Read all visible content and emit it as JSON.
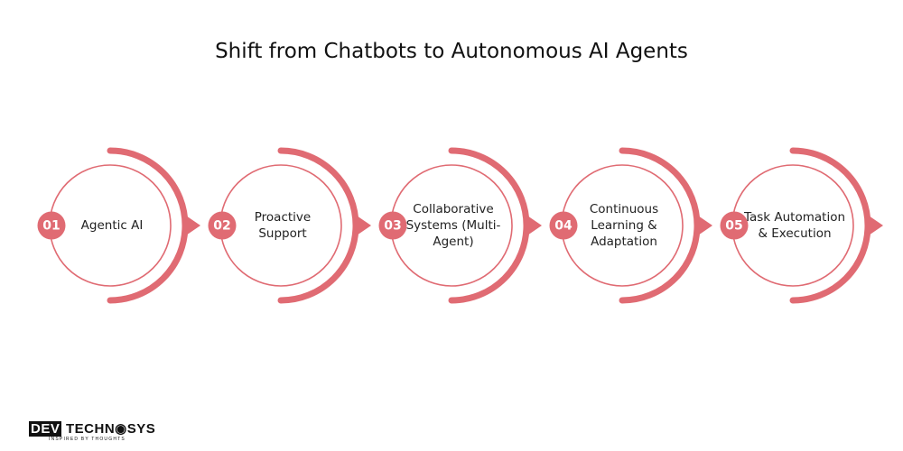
{
  "title": "Shift from Chatbots to Autonomous AI Agents",
  "accent_color": "#e06b73",
  "steps": [
    {
      "number": "01",
      "label": "Agentic AI"
    },
    {
      "number": "02",
      "label": "Proactive Support"
    },
    {
      "number": "03",
      "label": "Collaborative Systems (Multi-Agent)"
    },
    {
      "number": "04",
      "label": "Continuous Learning & Adaptation"
    },
    {
      "number": "05",
      "label": "Task Automation & Execution"
    }
  ],
  "logo": {
    "text": "DEV TECHNOSYS",
    "tagline": "INSPIRED BY THOUGHTS"
  }
}
